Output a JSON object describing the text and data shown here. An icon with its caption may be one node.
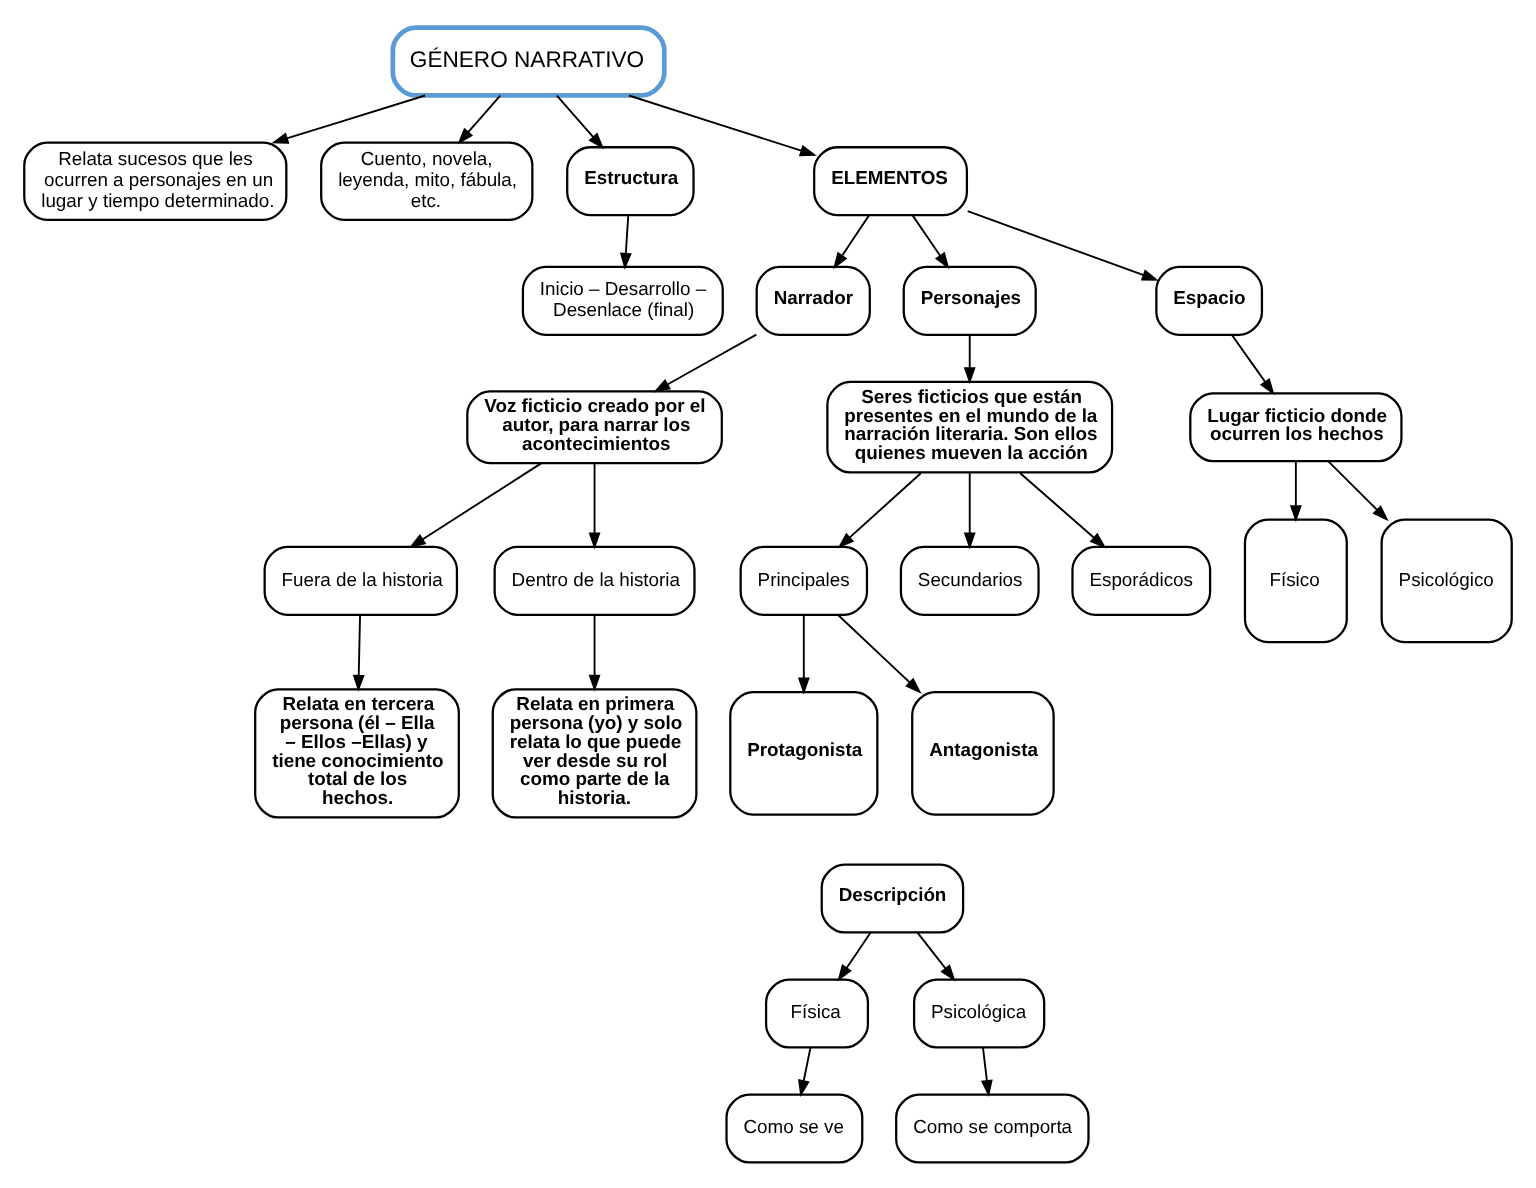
{
  "diagram": {
    "nodes": [
      {
        "text": [
          "GÉNERO NARRATIVO"
        ]
      },
      {
        "text": [
          "Relata sucesos que les ocurren a personajes en un lugar y tiempo determinado."
        ]
      },
      {
        "text": [
          "Cuento, novela, leyenda, mito, fábula, etc."
        ]
      },
      {
        "text": [
          "Estructura"
        ]
      },
      {
        "text": [
          "Inicio – Desarrollo – Desenlace (final)"
        ]
      },
      {
        "text": [
          "ELEMENTOS"
        ]
      },
      {
        "text": [
          "Narrador"
        ]
      },
      {
        "text": [
          "Personajes"
        ]
      },
      {
        "text": [
          "Espacio"
        ]
      },
      {
        "text": [
          "Voz ficticio creado por el autor, para narrar los acontecimientos"
        ]
      },
      {
        "text": [
          "Seres ficticios que están presentes en el mundo de la narración literaria. Son ellos quienes mueven la acción"
        ]
      },
      {
        "text": [
          "Lugar ficticio donde ocurren los hechos"
        ]
      },
      {
        "text": [
          "Fuera de la historia"
        ]
      },
      {
        "text": [
          "Dentro de la historia"
        ]
      },
      {
        "text": [
          "Principales"
        ]
      },
      {
        "text": [
          "Secundarios"
        ]
      },
      {
        "text": [
          "Esporádicos"
        ]
      },
      {
        "text": [
          "Físico"
        ]
      },
      {
        "text": [
          "Psicológico"
        ]
      },
      {
        "text": [
          "Relata en tercera persona (él – Ella – Ellos –Ellas) y tiene conocimiento total de los hechos."
        ]
      },
      {
        "text": [
          "Relata en primera persona (yo) y solo relata lo que puede ver desde su rol como parte de la historia."
        ]
      },
      {
        "text": [
          "Protagonista"
        ]
      },
      {
        "text": [
          "Antagonista"
        ]
      },
      {
        "text": [
          "Descripción"
        ]
      },
      {
        "text": [
          "Física"
        ]
      },
      {
        "text": [
          "Psicológica"
        ]
      },
      {
        "text": [
          "Como se ve"
        ]
      },
      {
        "text": [
          "Como se comporta"
        ]
      }
    ],
    "edges": [
      {
        "from": 0,
        "to": 1,
        "arrow": "to"
      },
      {
        "from": 0,
        "to": 2,
        "arrow": "to"
      },
      {
        "from": 0,
        "to": 3,
        "arrow": "to"
      },
      {
        "from": 3,
        "to": 4,
        "arrow": "to"
      },
      {
        "from": 0,
        "to": 5,
        "arrow": "to"
      },
      {
        "from": 5,
        "to": 6,
        "arrow": "to"
      },
      {
        "from": 5,
        "to": 7,
        "arrow": "to"
      },
      {
        "from": 5,
        "to": 8,
        "arrow": "to"
      },
      {
        "from": 6,
        "to": 9,
        "arrow": "to"
      },
      {
        "from": 7,
        "to": 10,
        "arrow": "to"
      },
      {
        "from": 8,
        "to": 11,
        "arrow": "to"
      },
      {
        "from": 9,
        "to": 12,
        "arrow": "to"
      },
      {
        "from": 9,
        "to": 13,
        "arrow": "to"
      },
      {
        "from": 12,
        "to": 19,
        "arrow": "to"
      },
      {
        "from": 13,
        "to": 20,
        "arrow": "to"
      },
      {
        "from": 10,
        "to": 14,
        "arrow": "to"
      },
      {
        "from": 10,
        "to": 15,
        "arrow": "to"
      },
      {
        "from": 10,
        "to": 16,
        "arrow": "to"
      },
      {
        "from": 14,
        "to": 21,
        "arrow": "to"
      },
      {
        "from": 14,
        "to": 22,
        "arrow": "to"
      },
      {
        "from": 11,
        "to": 17,
        "arrow": "to"
      },
      {
        "from": 11,
        "to": 18,
        "arrow": "to"
      },
      {
        "from": 23,
        "to": 24,
        "arrow": "to"
      },
      {
        "from": 23,
        "to": 25,
        "arrow": "to"
      },
      {
        "from": 24,
        "to": 26,
        "arrow": "to"
      },
      {
        "from": 25,
        "to": 27,
        "arrow": "to"
      }
    ]
  }
}
